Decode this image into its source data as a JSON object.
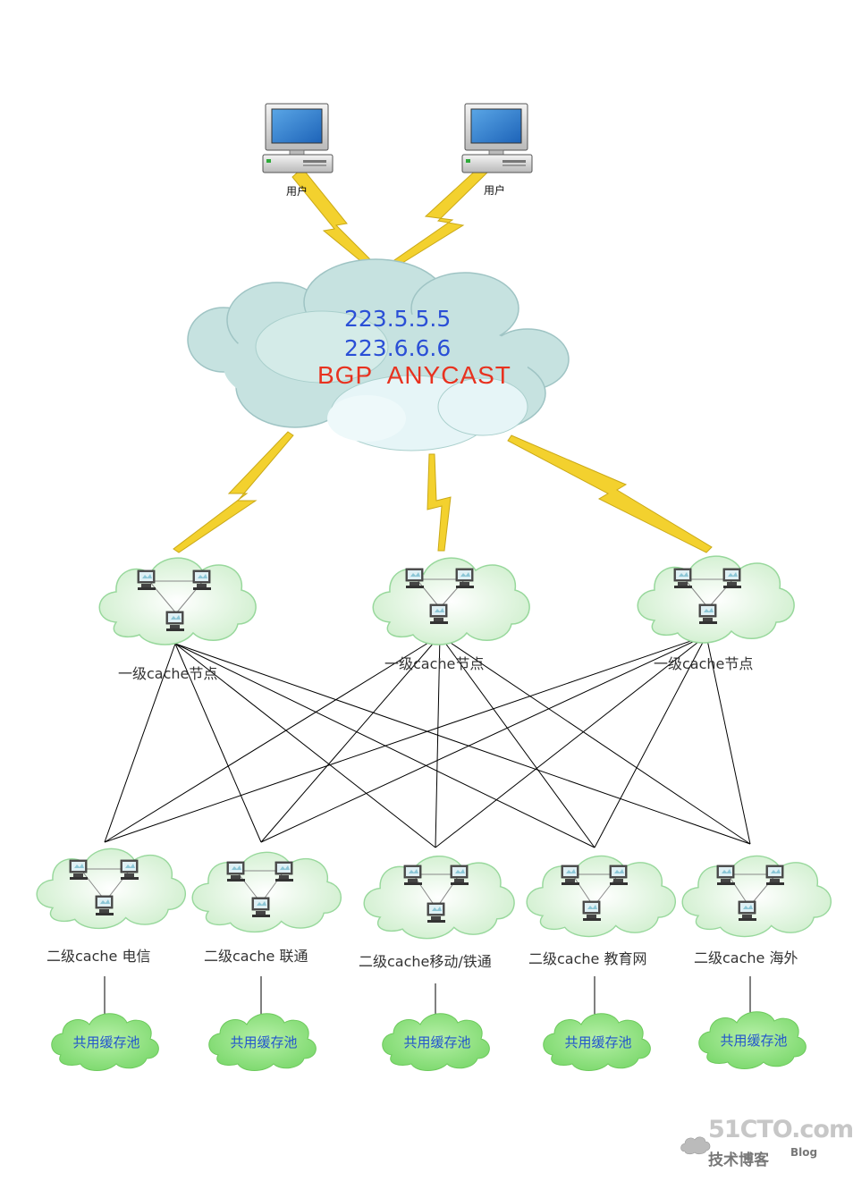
{
  "users": [
    {
      "label": "用户"
    },
    {
      "label": "用户"
    }
  ],
  "anycast": {
    "ip1": "223.5.5.5",
    "ip2": "223.6.6.6",
    "protocol": "BGP  ANYCAST"
  },
  "level1": [
    {
      "label": "一级cache节点"
    },
    {
      "label": "一级cache节点"
    },
    {
      "label": "一级cache节点"
    }
  ],
  "level2": [
    {
      "label": "二级cache 电信"
    },
    {
      "label": "二级cache 联通"
    },
    {
      "label": "二级cache移动/铁通"
    },
    {
      "label": "二级cache 教育网"
    },
    {
      "label": "二级cache 海外"
    }
  ],
  "pools": [
    {
      "label": "共用缓存池"
    },
    {
      "label": "共用缓存池"
    },
    {
      "label": "共用缓存池"
    },
    {
      "label": "共用缓存池"
    },
    {
      "label": "共用缓存池"
    }
  ],
  "watermark": {
    "site": "51CTO.com",
    "sub": "技术博客",
    "blog": "Blog"
  },
  "colors": {
    "lightning": "#f3d12e",
    "cloud_top": "#c6e2e0",
    "node_cloud": "#e2f5e4",
    "pool_cloud": "#8ee37f",
    "ip_text": "#2a4fd6",
    "bgp_text": "#e8321f"
  }
}
